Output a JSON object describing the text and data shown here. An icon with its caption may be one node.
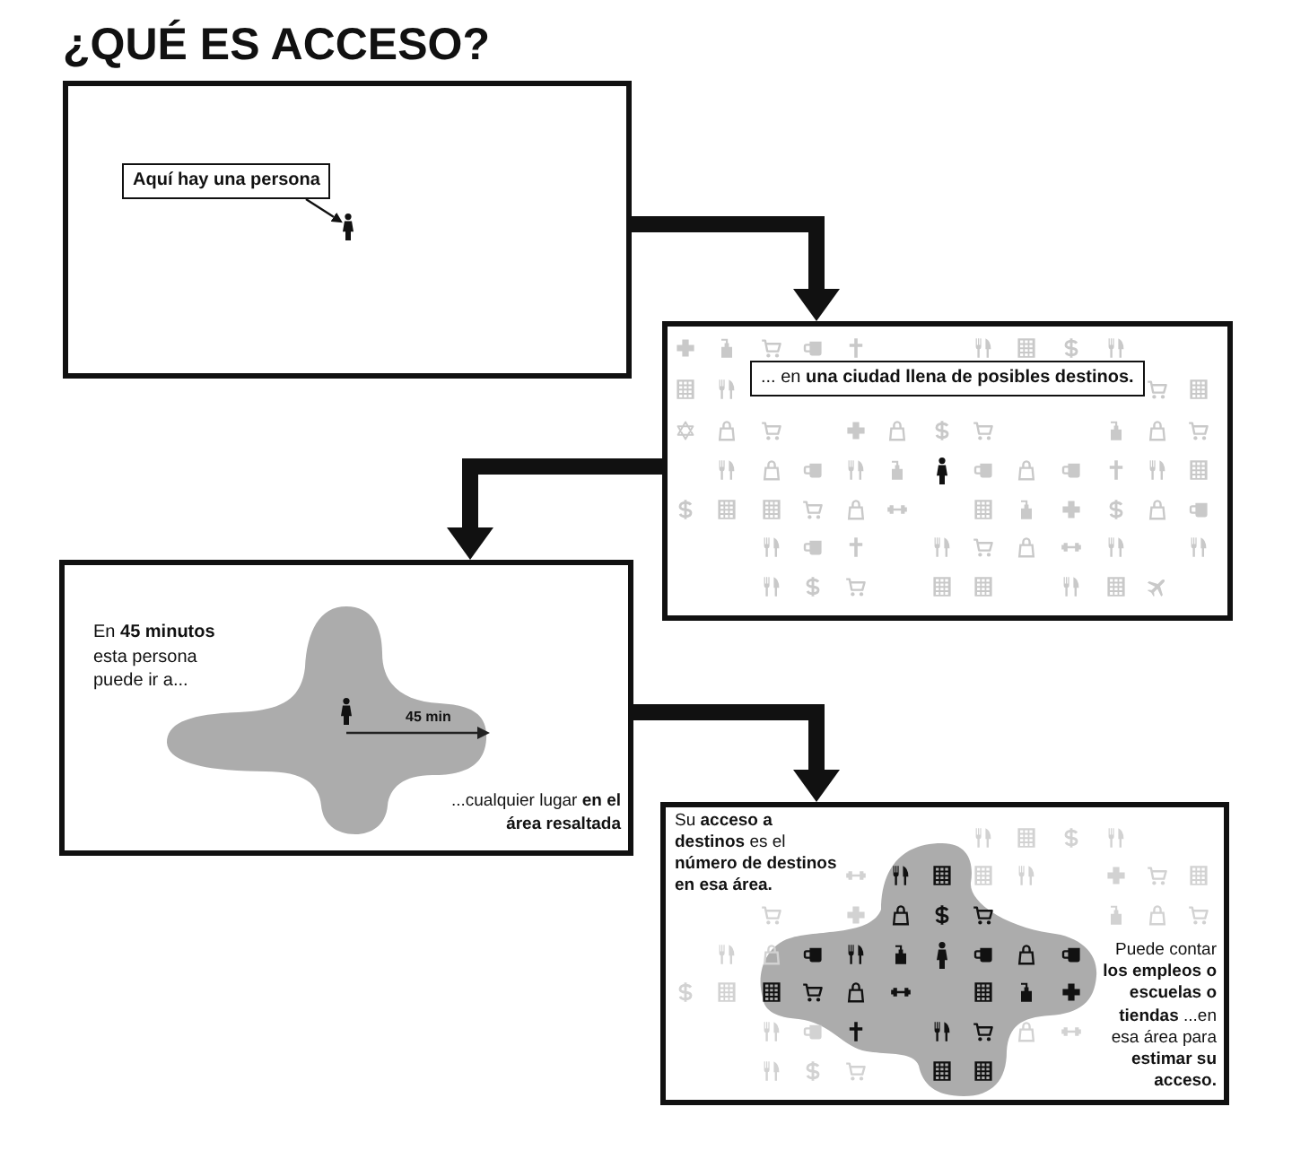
{
  "diagram": {
    "title": "¿QUÉ ES ACCESO?",
    "nodes": [
      {
        "text": [],
        "shape": "box"
      },
      {
        "text": [
          "Aquí hay una persona"
        ],
        "in": 0
      },
      {
        "text": [],
        "shape": "person",
        "in": 0
      },
      {
        "text": [],
        "shape": "box"
      },
      {
        "text": [
          "... en **una ciudad llena de posibles destinos.**"
        ],
        "in": 3
      },
      {
        "text": [
          "En **45 minutos** esta persona puede ir a...",
          "...cualquier lugar **en el área resaltada**"
        ]
      },
      {
        "text": [
          "Su **acceso a destinos** es el **número de destinos en esa área.**",
          "Puede contar **los empleos o escuelas o tiendas** ...en esa área para **estimar su acceso.**"
        ]
      }
    ],
    "edges": [
      {
        "from": 1,
        "to": 2,
        "arrow": "to"
      },
      {
        "from": 0,
        "to": 3,
        "arrow": "to"
      },
      {
        "from": 3,
        "to": 5,
        "arrow": "to"
      },
      {
        "from": 5,
        "to": 6,
        "arrow": "to"
      }
    ],
    "labels": [
      "45 min"
    ]
  }
}
